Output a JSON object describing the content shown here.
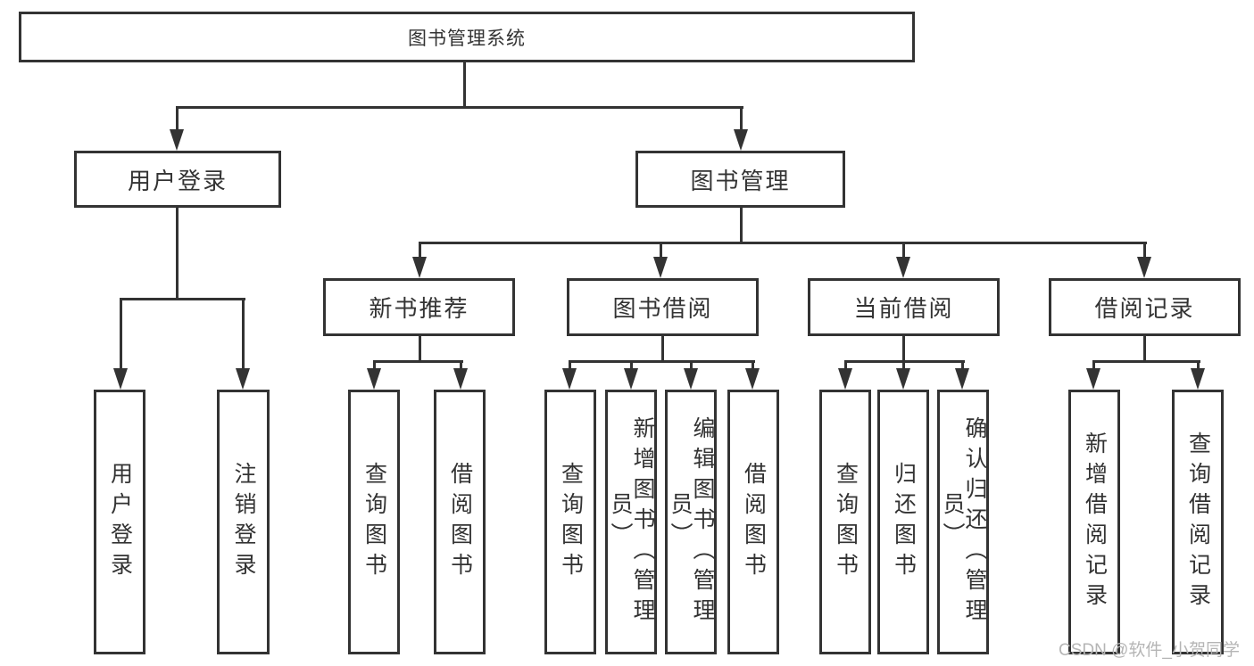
{
  "watermark": {
    "text": "CSDN @软件_小贺同学"
  },
  "colors": {
    "line": "#333333",
    "text": "#333333",
    "watermark": "#b5b5b5",
    "background": "#ffffff"
  },
  "tree": {
    "label": "图书管理系统",
    "children": [
      {
        "label": "用户登录",
        "children": [
          {
            "label": "用户登录"
          },
          {
            "label": "注销登录"
          }
        ]
      },
      {
        "label": "图书管理",
        "children": [
          {
            "label": "新书推荐",
            "children": [
              {
                "label": "查询图书"
              },
              {
                "label": "借阅图书"
              }
            ]
          },
          {
            "label": "图书借阅",
            "children": [
              {
                "label": "查询图书"
              },
              {
                "label": "新增图书（管理员）"
              },
              {
                "label": "编辑图书（管理员）"
              },
              {
                "label": "借阅图书"
              }
            ]
          },
          {
            "label": "当前借阅",
            "children": [
              {
                "label": "查询图书"
              },
              {
                "label": "归还图书"
              },
              {
                "label": "确认归还（管理员）"
              }
            ]
          },
          {
            "label": "借阅记录",
            "children": [
              {
                "label": "新增借阅记录"
              },
              {
                "label": "查询借阅记录"
              }
            ]
          }
        ]
      }
    ]
  }
}
